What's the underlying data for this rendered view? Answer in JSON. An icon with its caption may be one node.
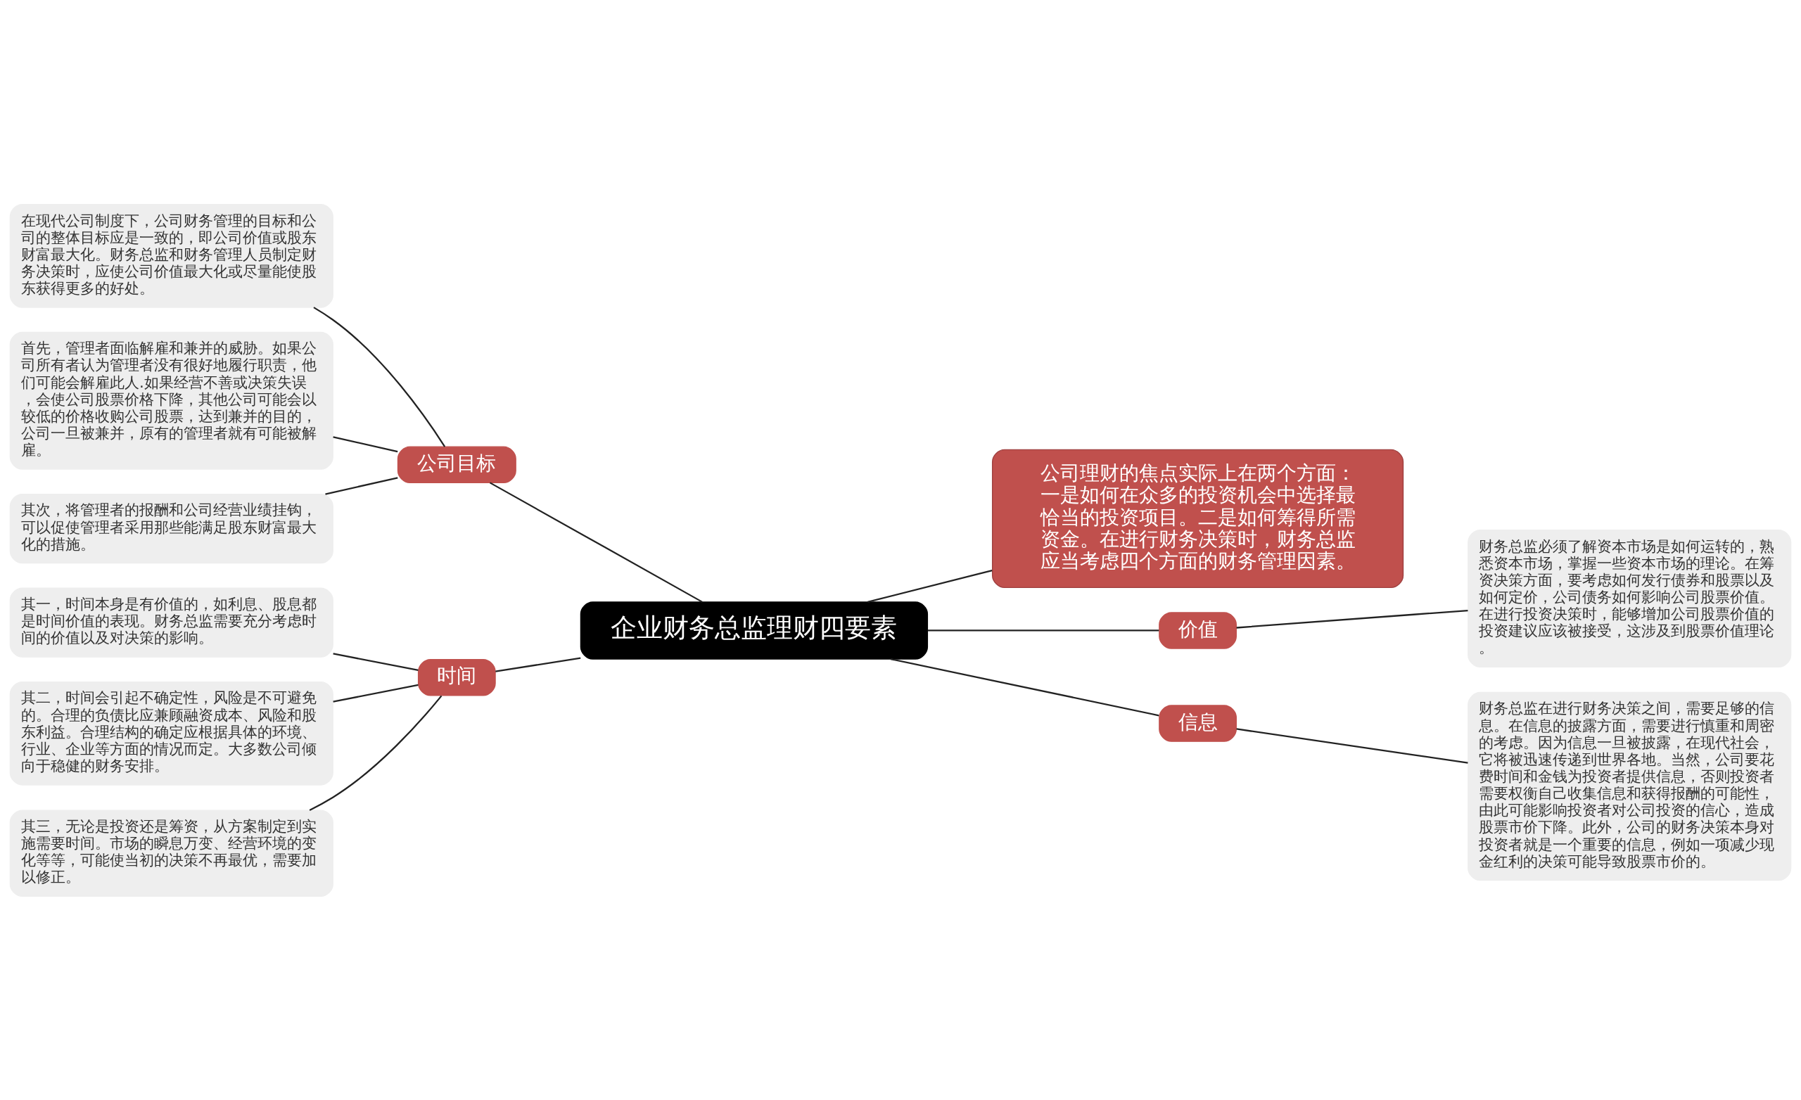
{
  "diagram": {
    "nodes": [
      {
        "text": [
          "企业财务总监理财四要素"
        ]
      },
      {
        "text": [
          "公司目标"
        ]
      },
      {
        "text": [
          "在现代公司制度下，公司财务管理的目标和公司的整体目标应是一致的，即公司价值或股东财富最大化。财务总监和财务管理人员制定财务决策时，应使公司价值最大化或尽量能使股东获得更多的好处。"
        ]
      },
      {
        "text": [
          "首先，管理者面临解雇和兼并的威胁。如果公司所有者认为管理者没有很好地履行职责，他们可能会解雇此人.如果经营不善或决策失误，会使公司股票价格下降，其他公司可能会以较低的价格收购公司股票，达到兼并的目的，公司一旦被兼并，原有的管理者就有可能被解雇。"
        ]
      },
      {
        "text": [
          "其次，将管理者的报酬和公司经营业绩挂钩，可以促使管理者采用那些能满足股东财富最大化的措施。"
        ]
      },
      {
        "text": [
          "时间"
        ]
      },
      {
        "text": [
          "其一，时间本身是有价值的，如利息、股息都是时间价值的表现。财务总监需要充分考虑时间的价值以及对决策的影响。"
        ]
      },
      {
        "text": [
          "其二，时间会引起不确定性，风险是不可避免的。合理的负债比应兼顾融资成本、风险和股东利益。合理结构的确定应根据具体的环境、行业、企业等方面的情况而定。大多数公司倾向于稳健的财务安排。"
        ]
      },
      {
        "text": [
          "其三，无论是投资还是筹资，从方案制定到实施需要时间。市场的瞬息万变、经营环境的变化等等，可能使当初的决策不再最优，需要加以修正。"
        ]
      },
      {
        "text": [
          "公司理财的焦点实际上在两个方面：一是如何在众多的投资机会中选择最恰当的投资项目。二是如何筹得所需资金。在进行财务决策时，财务总监应当考虑四个方面的财务管理因素。"
        ]
      },
      {
        "text": [
          "价值"
        ]
      },
      {
        "text": [
          "财务总监必须了解资本市场是如何运转的，熟悉资本市场，掌握一些资本市场的理论。在筹资决策方面，要考虑如何发行债券和股票以及如何定价，公司债务如何影响公司股票价值。在进行投资决策时，能够增加公司股票价值的投资建议应该被接受，这涉及到股票价值理论。"
        ]
      },
      {
        "text": [
          "信息"
        ]
      },
      {
        "text": [
          "财务总监在进行财务决策之间，需要足够的信息。在信息的披露方面，需要进行慎重和周密的考虑。因为信息一旦被披露，在现代社会，它将被迅速传递到世界各地。当然，公司要花费时间和金钱为投资者提供信息，否则投资者需要权衡自己收集信息和获得报酬的可能性，由此可能影响投资者对公司投资的信心，造成股票市价下降。此外，公司的财务决策本身对投资者就是一个重要的信息，例如一项减少现金红利的决策可能导致股票市价的。"
        ]
      }
    ],
    "edges": [
      {
        "from": 0,
        "to": 1,
        "arrow": "none"
      },
      {
        "from": 1,
        "to": 2,
        "arrow": "none"
      },
      {
        "from": 1,
        "to": 3,
        "arrow": "none"
      },
      {
        "from": 1,
        "to": 4,
        "arrow": "none"
      },
      {
        "from": 0,
        "to": 5,
        "arrow": "none"
      },
      {
        "from": 5,
        "to": 6,
        "arrow": "none"
      },
      {
        "from": 5,
        "to": 7,
        "arrow": "none"
      },
      {
        "from": 5,
        "to": 8,
        "arrow": "none"
      },
      {
        "from": 0,
        "to": 9,
        "arrow": "none"
      },
      {
        "from": 0,
        "to": 10,
        "arrow": "none"
      },
      {
        "from": 10,
        "to": 11,
        "arrow": "none"
      },
      {
        "from": 0,
        "to": 12,
        "arrow": "none"
      },
      {
        "from": 12,
        "to": 13,
        "arrow": "none"
      }
    ]
  }
}
